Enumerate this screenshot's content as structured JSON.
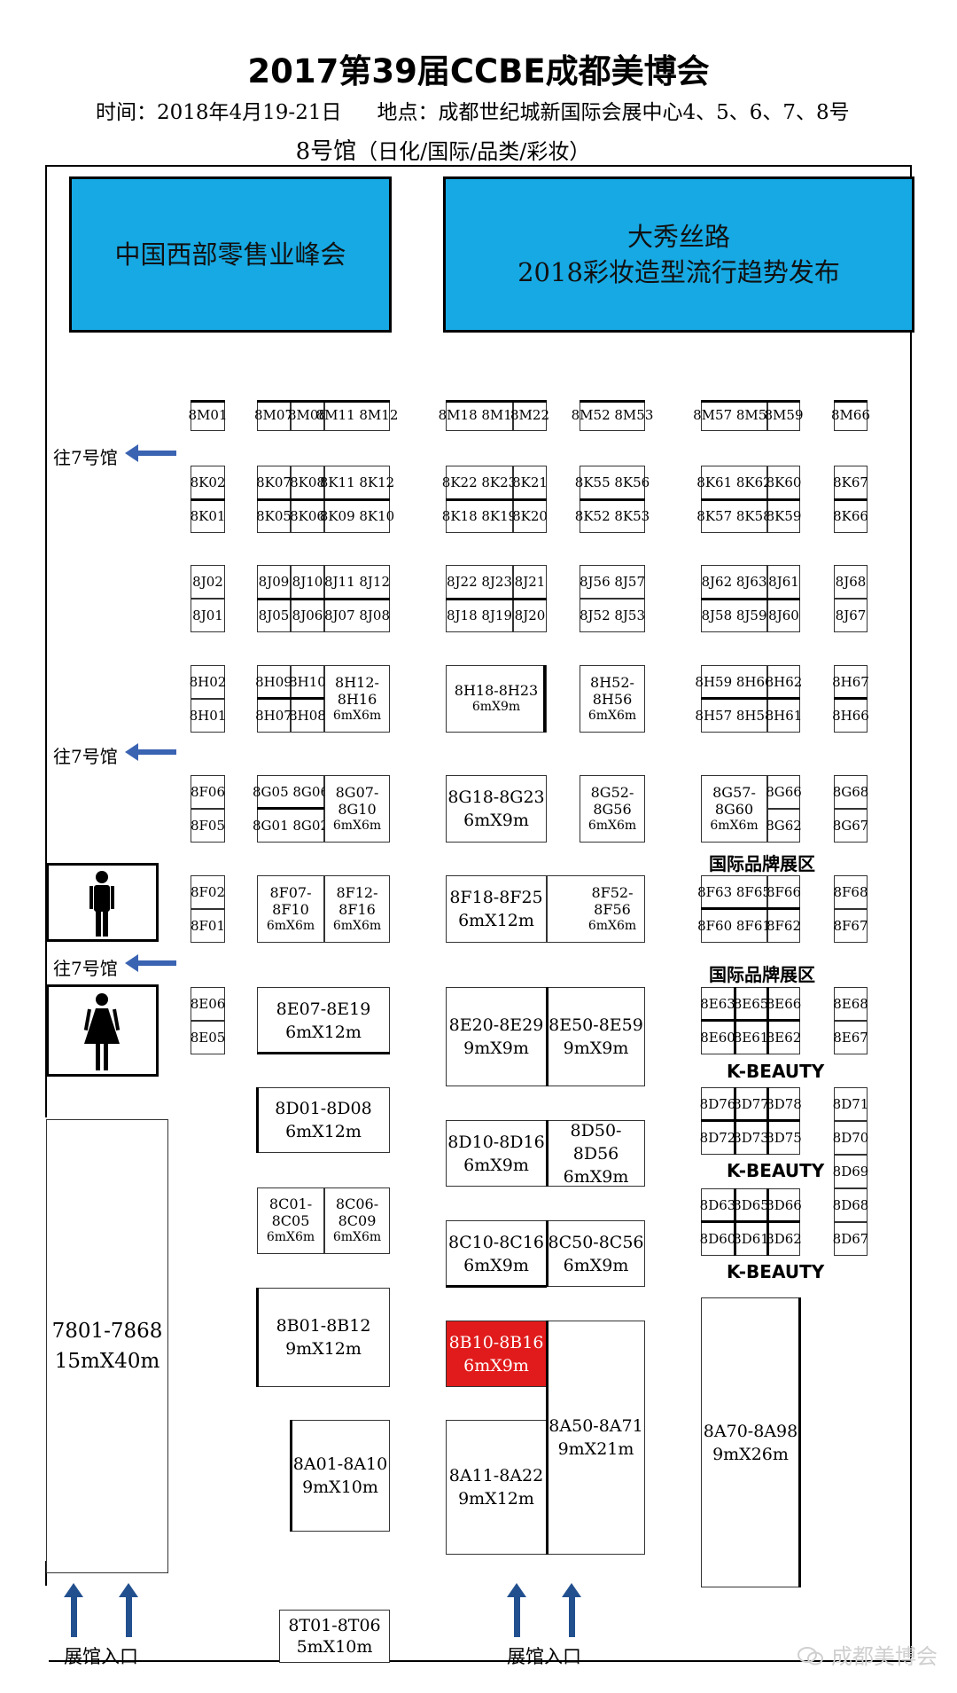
{
  "title": "2017第39届CCBE成都美博会",
  "info": {
    "time": "时间：2018年4月19-21日",
    "place": "地点：成都世纪城新国际会展中心4、5、6、7、8号"
  },
  "hall": {
    "name": "8号馆",
    "sub": "（日化/国际/品类/彩妆）"
  },
  "zones": {
    "summit": "中国西部零售业峰会",
    "silk_road_1": "大秀丝路",
    "silk_road_2": "2018彩妆造型流行趋势发布"
  },
  "to_hall7": "往7号馆",
  "entrance": "展馆入口",
  "area_intl": "国际品牌展区",
  "area_kbeauty": "K-BEAUTY",
  "watermark": "成都美博会",
  "highlight_color": "#e11b1b",
  "zone_color": "#16a9e4",
  "booths": {
    "M": [
      "8M01",
      "8M07",
      "8M08",
      "8M11 8M12",
      "8M18 8M19",
      "8M22",
      "8M52 8M53",
      "8M57 8M58",
      "8M59",
      "8M66"
    ],
    "K1": [
      "8K02",
      "8K07",
      "8K08",
      "8K11 8K12",
      "8K22 8K23",
      "8K21",
      "8K55 8K56",
      "8K61 8K62",
      "8K60",
      "8K67"
    ],
    "K2": [
      "8K01",
      "8K05",
      "8K06",
      "8K09 8K10",
      "8K18 8K19",
      "8K20",
      "8K52 8K53",
      "8K57 8K58",
      "8K59",
      "8K66"
    ],
    "J1": [
      "8J02",
      "8J09",
      "8J10",
      "8J11 8J12",
      "8J22 8J23",
      "8J21",
      "8J56 8J57",
      "8J62 8J63",
      "8J61",
      "8J68"
    ],
    "J2": [
      "8J01",
      "8J05",
      "8J06",
      "8J07 8J08",
      "8J18 8J19",
      "8J20",
      "8J52 8J53",
      "8J58 8J59",
      "8J60",
      "8J67"
    ],
    "H1": [
      "8H02",
      "8H09",
      "8H10",
      "8H62",
      "8H67",
      "8H59 8H60"
    ],
    "H2": [
      "8H01",
      "8H07",
      "8H08",
      "8H61",
      "8H66",
      "8H57 8H58"
    ],
    "H_blocks": {
      "h12": [
        "8H12-",
        "8H16",
        "6mX6m"
      ],
      "h18": [
        "8H18-8H23",
        "6mX9m"
      ],
      "h52": [
        "8H52-",
        "8H56",
        "6mX6m"
      ]
    },
    "G": {
      "g06": "8G06",
      "g05": "8G05",
      "g01": "8G01",
      "g02": "8G02",
      "g06b": "8G05 8G06",
      "g0102": "8G01 8G02",
      "g07": [
        "8G07-",
        "8G10",
        "6mX6m"
      ],
      "g18": [
        "8G18-8G23",
        "6mX9m"
      ],
      "g52": [
        "8G52-",
        "8G56",
        "6mX6m"
      ],
      "g57": [
        "8G57-",
        "8G60",
        "6mX6m"
      ],
      "g66": "8G66",
      "g62": "8G62",
      "g68": "8G68",
      "g67": "8G67"
    },
    "F": {
      "f06": "8F06",
      "f05": "8F05",
      "f02": "8F02",
      "f01": "8F01",
      "f07": [
        "8F07-",
        "8F10",
        "6mX6m"
      ],
      "f12": [
        "8F12-",
        "8F16",
        "6mX6m"
      ],
      "f18": [
        "8F18-8F25",
        "6mX12m"
      ],
      "f52": [
        "8F52-",
        "8F56",
        "6mX6m"
      ],
      "f6365": "8F63 8F65",
      "f66": "8F66",
      "f6061": "8F60 8F61",
      "f62": "8F62",
      "f68": "8F68",
      "f67": "8F67"
    },
    "E": {
      "e06": "8E06",
      "e05": "8E05",
      "e07": [
        "8E07-8E19",
        "6mX12m"
      ],
      "e20": [
        "8E20-8E29",
        "9mX9m"
      ],
      "e50": [
        "8E50-8E59",
        "9mX9m"
      ],
      "e63": "8E63",
      "e65": "8E65",
      "e66": "8E66",
      "e60": "8E60",
      "e61": "8E61",
      "e62": "8E62",
      "e68": "8E68",
      "e67": "8E67"
    },
    "D": {
      "d01": [
        "8D01-8D08",
        "6mX12m"
      ],
      "d10": [
        "8D10-8D16",
        "6mX9m"
      ],
      "d50": [
        "8D50-8D56",
        "6mX9m"
      ],
      "d76": "8D76",
      "d77": "8D77",
      "d78": "8D78",
      "d71": "8D71",
      "d72": "8D72",
      "d73": "8D73",
      "d75": "8D75",
      "d70": "8D70",
      "d69": "8D69",
      "d63": "8D63",
      "d65": "8D65",
      "d66": "8D66",
      "d68": "8D68",
      "d60": "8D60",
      "d61": "8D61",
      "d62": "8D62",
      "d67": "8D67"
    },
    "C": {
      "c01": [
        "8C01-",
        "8C05",
        "6mX6m"
      ],
      "c06": [
        "8C06-",
        "8C09",
        "6mX6m"
      ],
      "c10": [
        "8C10-8C16",
        "6mX9m"
      ],
      "c50": [
        "8C50-8C56",
        "6mX9m"
      ]
    },
    "B": {
      "b01": [
        "8B01-8B12",
        "9mX12m"
      ],
      "b10": [
        "8B10-8B16",
        "6mX9m"
      ]
    },
    "A": {
      "a01": [
        "8A01-8A10",
        "9mX10m"
      ],
      "a11": [
        "8A11-8A22",
        "9mX12m"
      ],
      "a50": [
        "8A50-8A71",
        "9mX21m"
      ],
      "a70": [
        "8A70-8A98",
        "9mX26m"
      ]
    },
    "hall7": [
      "7801-7868",
      "15mX40m"
    ],
    "T": [
      "8T01-8T06",
      "5mX10m"
    ]
  }
}
